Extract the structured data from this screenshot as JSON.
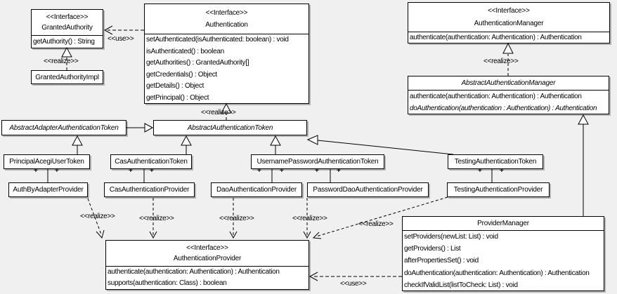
{
  "diagram": {
    "stereotypes": {
      "interface": "<<Interface>>"
    },
    "labels": {
      "realize": "<<realize>>",
      "use": "<<use>>",
      "plus": "+"
    },
    "classes": {
      "granted_authority": {
        "stereotype": "<<Interface>>",
        "title": "GrantedAuthority",
        "methods": [
          "getAuthority() : String"
        ]
      },
      "authentication": {
        "stereotype": "<<Interface>>",
        "title": "Authentication",
        "methods": [
          "setAuthenticated(isAuthenticated: boolean) : void",
          "isAuthenticated() : boolean",
          "getAuthorities() : GrantedAuthority[]",
          "getCredentials() : Object",
          "getDetails() : Object",
          "getPrincipal() : Object"
        ]
      },
      "authentication_manager": {
        "stereotype": "<<Interface>>",
        "title": "AuthenticationManager",
        "methods": [
          "authenticate(authentication: Authentication) : Authentication"
        ]
      },
      "granted_authority_impl": {
        "title": "GrantedAuthorityImpl"
      },
      "abstract_authentication_manager": {
        "title": "AbstractAuthenticationManager",
        "methods": [
          "authenticate(authentication: Authentication) : Authentication",
          "doAuthentication(authentication : Authentication) : Authentication"
        ]
      },
      "abstract_adapter_authentication_token": {
        "title": "AbstractAdapterAuthenticationToken"
      },
      "abstract_authentication_token": {
        "title": "AbstractAuthenticationToken"
      },
      "principal_acegi_user_token": {
        "title": "PrincipalAcegiUserToken"
      },
      "cas_authentication_token": {
        "title": "CasAuthenticationToken"
      },
      "username_password_authentication_token": {
        "title": "UsernamePasswordAuthenticationToken"
      },
      "testing_authentication_token": {
        "title": "TestingAuthenticationToken"
      },
      "auth_by_adapter_provider": {
        "title": "AuthByAdapterProvider"
      },
      "cas_authentication_provider": {
        "title": "CasAuthenticationProvider"
      },
      "dao_authentication_provider": {
        "title": "DaoAuthenticationProvider"
      },
      "password_dao_authentication_provider": {
        "title": "PasswordDaoAuthenticationProvider"
      },
      "testing_authentication_provider": {
        "title": "TestingAuthenticationProvider"
      },
      "authentication_provider": {
        "stereotype": "<<Interface>>",
        "title": "AuthenticationProvider",
        "methods": [
          "authenticate(authentication: Authentication) : Authentication",
          "supports(authentication: Class) : boolean"
        ]
      },
      "provider_manager": {
        "title": "ProviderManager",
        "methods": [
          "setProviders(newList: List) : void",
          "getProviders() : List",
          "afterPropertiesSet() : void",
          "doAuthentication(authentication: Authentication) : Authentication",
          "checkIfValidList(listToCheck: List) : void"
        ]
      }
    },
    "relationships": [
      {
        "from": "Authentication",
        "to": "GrantedAuthority",
        "type": "use"
      },
      {
        "from": "GrantedAuthorityImpl",
        "to": "GrantedAuthority",
        "type": "realize"
      },
      {
        "from": "AbstractAuthenticationToken",
        "to": "Authentication",
        "type": "realize"
      },
      {
        "from": "AbstractAuthenticationManager",
        "to": "AuthenticationManager",
        "type": "realize"
      },
      {
        "from": "AbstractAdapterAuthenticationToken",
        "to": "AbstractAuthenticationToken",
        "type": "generalization"
      },
      {
        "from": "PrincipalAcegiUserToken",
        "to": "AbstractAdapterAuthenticationToken",
        "type": "generalization"
      },
      {
        "from": "CasAuthenticationToken",
        "to": "AbstractAuthenticationToken",
        "type": "generalization"
      },
      {
        "from": "UsernamePasswordAuthenticationToken",
        "to": "AbstractAuthenticationToken",
        "type": "generalization"
      },
      {
        "from": "TestingAuthenticationToken",
        "to": "AbstractAuthenticationToken",
        "type": "generalization"
      },
      {
        "from": "ProviderManager",
        "to": "AbstractAuthenticationManager",
        "type": "generalization"
      },
      {
        "from": "PrincipalAcegiUserToken",
        "to": "AuthByAdapterProvider",
        "type": "association"
      },
      {
        "from": "CasAuthenticationToken",
        "to": "CasAuthenticationProvider",
        "type": "association"
      },
      {
        "from": "UsernamePasswordAuthenticationToken",
        "to": "DaoAuthenticationProvider",
        "type": "association"
      },
      {
        "from": "UsernamePasswordAuthenticationToken",
        "to": "PasswordDaoAuthenticationProvider",
        "type": "association"
      },
      {
        "from": "TestingAuthenticationToken",
        "to": "TestingAuthenticationProvider",
        "type": "association"
      },
      {
        "from": "AuthByAdapterProvider",
        "to": "AuthenticationProvider",
        "type": "realize"
      },
      {
        "from": "CasAuthenticationProvider",
        "to": "AuthenticationProvider",
        "type": "realize"
      },
      {
        "from": "DaoAuthenticationProvider",
        "to": "AuthenticationProvider",
        "type": "realize"
      },
      {
        "from": "PasswordDaoAuthenticationProvider",
        "to": "AuthenticationProvider",
        "type": "realize"
      },
      {
        "from": "TestingAuthenticationProvider",
        "to": "AuthenticationProvider",
        "type": "realize"
      },
      {
        "from": "ProviderManager",
        "to": "AuthenticationProvider",
        "type": "use"
      }
    ]
  }
}
